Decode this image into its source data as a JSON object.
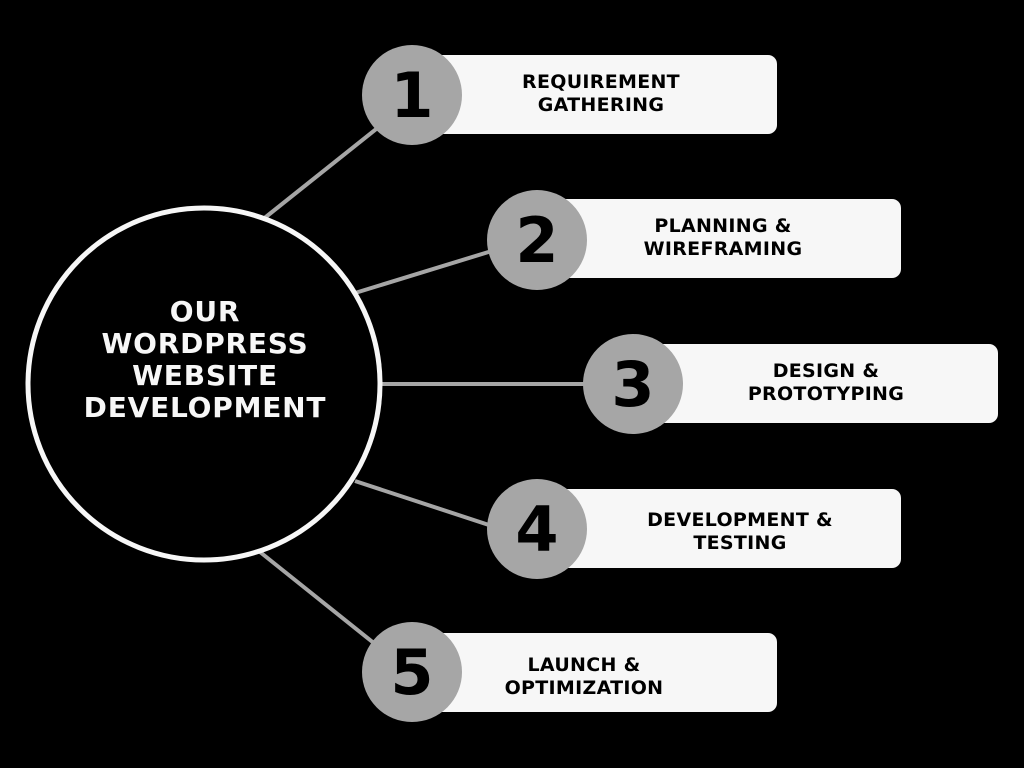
{
  "center": {
    "lines": [
      "OUR",
      "WORDPRESS",
      "WEBSITE",
      "DEVELOPMENT"
    ]
  },
  "steps": [
    {
      "number": "1",
      "lines": [
        "REQUIREMENT",
        "GATHERING"
      ]
    },
    {
      "number": "2",
      "lines": [
        "PLANNING &",
        "WIREFRAMING"
      ]
    },
    {
      "number": "3",
      "lines": [
        "DESIGN &",
        "PROTOTYPING"
      ]
    },
    {
      "number": "4",
      "lines": [
        "DEVELOPMENT &",
        "TESTING"
      ]
    },
    {
      "number": "5",
      "lines": [
        "LAUNCH &",
        "OPTIMIZATION"
      ]
    }
  ],
  "colors": {
    "background": "#000000",
    "accent": "#a6a6a6",
    "box": "#f7f7f7",
    "ring": "#f7f7f7"
  }
}
